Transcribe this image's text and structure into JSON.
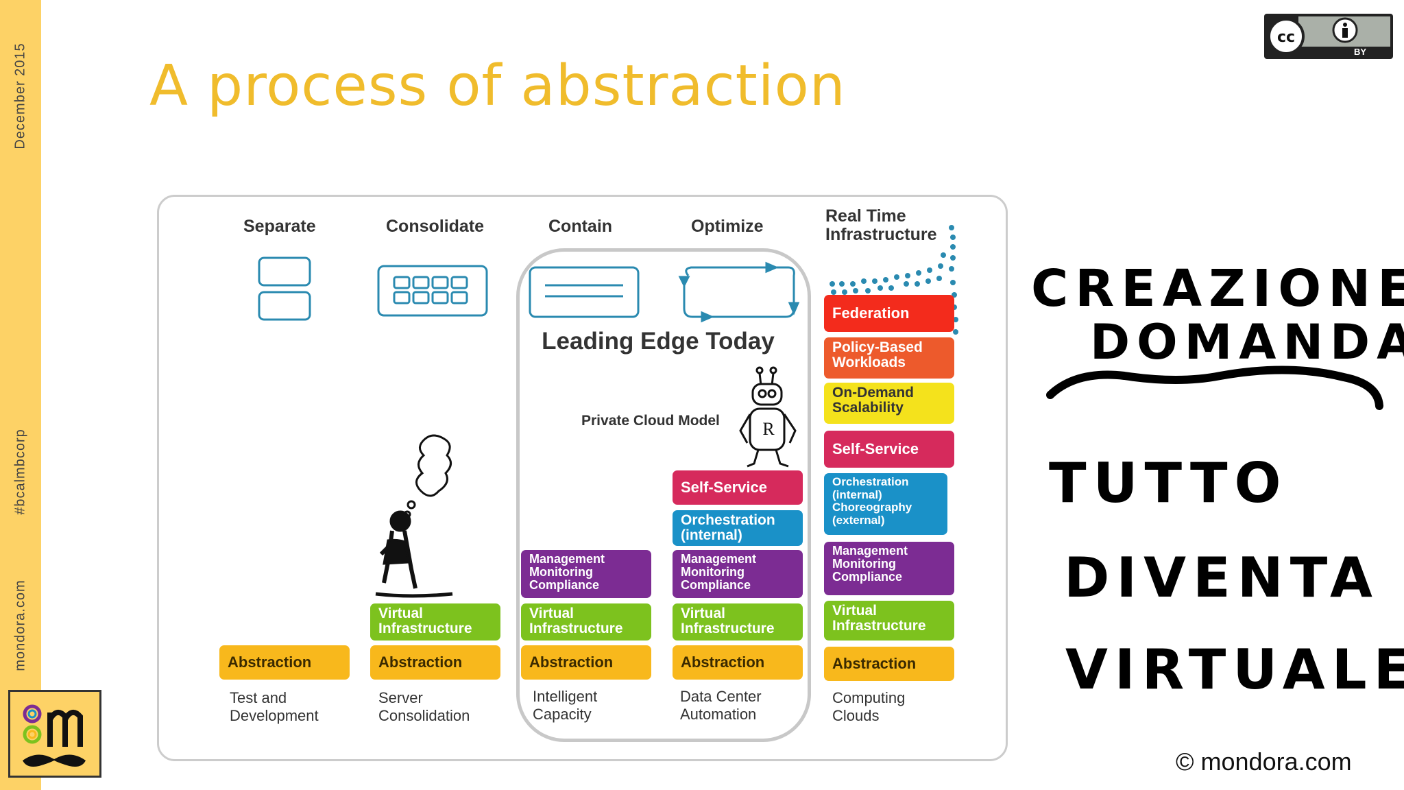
{
  "slide": {
    "title": "A process of abstraction",
    "sidebar": {
      "date": "December 2015",
      "hashtag": "#bcalmbcorp",
      "website": "mondora.com"
    },
    "copyright": "© mondora.com",
    "cc_badge": {
      "icon": "creative-commons-by-icon",
      "label": "BY"
    },
    "colors": {
      "accent": "#f0bc2c",
      "sidebar": "#fdd266"
    }
  },
  "diagram": {
    "columns": [
      {
        "header": "Separate",
        "caption": "Test and Development"
      },
      {
        "header": "Consolidate",
        "caption": "Server Consolidation"
      },
      {
        "header": "Contain",
        "caption": "Intelligent Capacity"
      },
      {
        "header": "Optimize",
        "caption": "Data Center Automation"
      },
      {
        "header": "Real Time Infrastructure",
        "caption": "Computing Clouds"
      }
    ],
    "leading_edge_title": "Leading Edge Today",
    "private_cloud_label": "Private Cloud Model",
    "robot_letter": "R",
    "layers": {
      "abstraction": "Abstraction",
      "virtual_infrastructure": "Virtual Infrastructure",
      "management": "Management Monitoring Compliance",
      "orchestration_internal": "Orchestration (internal)",
      "self_service": "Self-Service",
      "orchestration_choreography": "Orchestration (internal) Choreography (external)",
      "on_demand": "On-Demand Scalability",
      "policy_based": "Policy-Based Workloads",
      "federation": "Federation"
    },
    "layer_colors": {
      "abstraction": "#f8b81c",
      "virtual_infrastructure": "#7dc21e",
      "management": "#7c2c93",
      "orchestration": "#1a91c8",
      "self_service": "#d62a5c",
      "on_demand": "#f4e21c",
      "policy_based": "#ed5a2c",
      "federation": "#f32b1c"
    }
  },
  "handwritten_notes": {
    "line1": "CREAZIONE",
    "line2": "DOMANDA",
    "line3": "TUTTO",
    "line4": "DIVENTA",
    "line5": "VIRTUALE"
  }
}
